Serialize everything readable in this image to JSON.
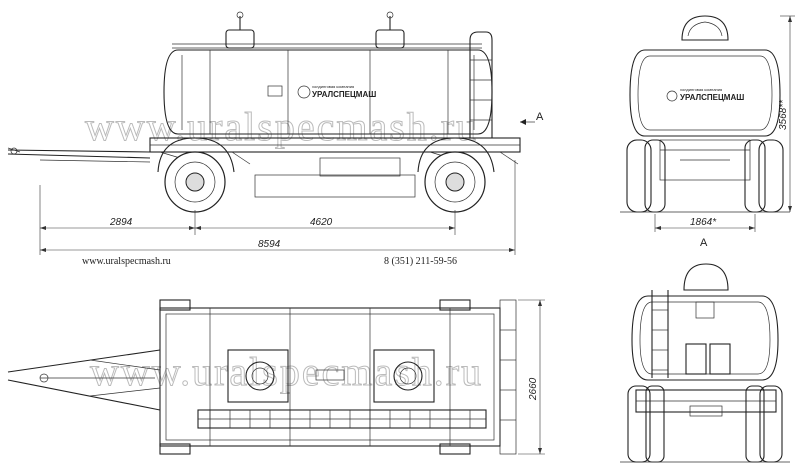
{
  "website": "www.uralspecmash.ru",
  "phone": "8 (351) 211-59-56",
  "watermark": "www.uralspecmash.ru",
  "brand": {
    "name": "УРАЛСПЕЦМАШ",
    "subtitle": "холдинговая компания"
  },
  "dimensions": {
    "overhang": "2894",
    "wheelbase": "4620",
    "total_length": "8594",
    "height": "3568**",
    "track": "1864*",
    "width": "2660"
  },
  "view_label": "A"
}
